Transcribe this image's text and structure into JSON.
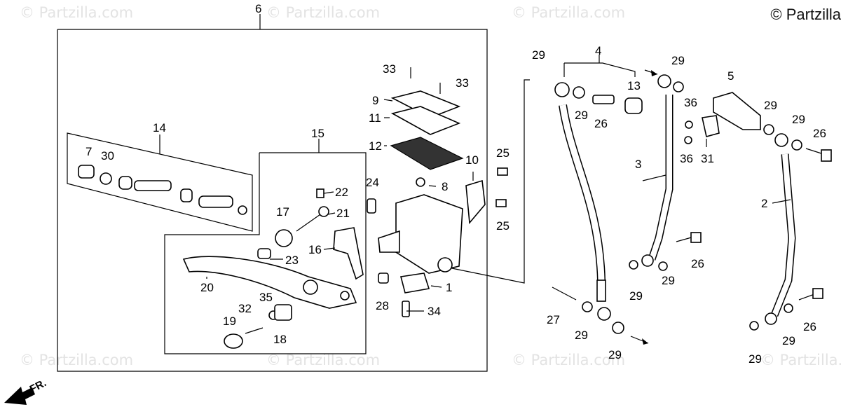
{
  "copyright": "© Partzilla",
  "watermark": "© Partzilla.com",
  "direction_label": "FR.",
  "callouts": {
    "c1": "1",
    "c2": "2",
    "c3": "3",
    "c4": "4",
    "c5": "5",
    "c6": "6",
    "c7": "7",
    "c8": "8",
    "c9": "9",
    "c10": "10",
    "c11": "11",
    "c12": "12",
    "c13": "13",
    "c14": "14",
    "c15": "15",
    "c16": "16",
    "c17": "17",
    "c18": "18",
    "c19": "19",
    "c20": "20",
    "c21": "21",
    "c22": "22",
    "c23": "23",
    "c24": "24",
    "c25": "25",
    "c26": "26",
    "c27": "27",
    "c28": "28",
    "c29": "29",
    "c30": "30",
    "c31": "31",
    "c32": "32",
    "c33": "33",
    "c34": "34",
    "c35": "35",
    "c36": "36"
  }
}
